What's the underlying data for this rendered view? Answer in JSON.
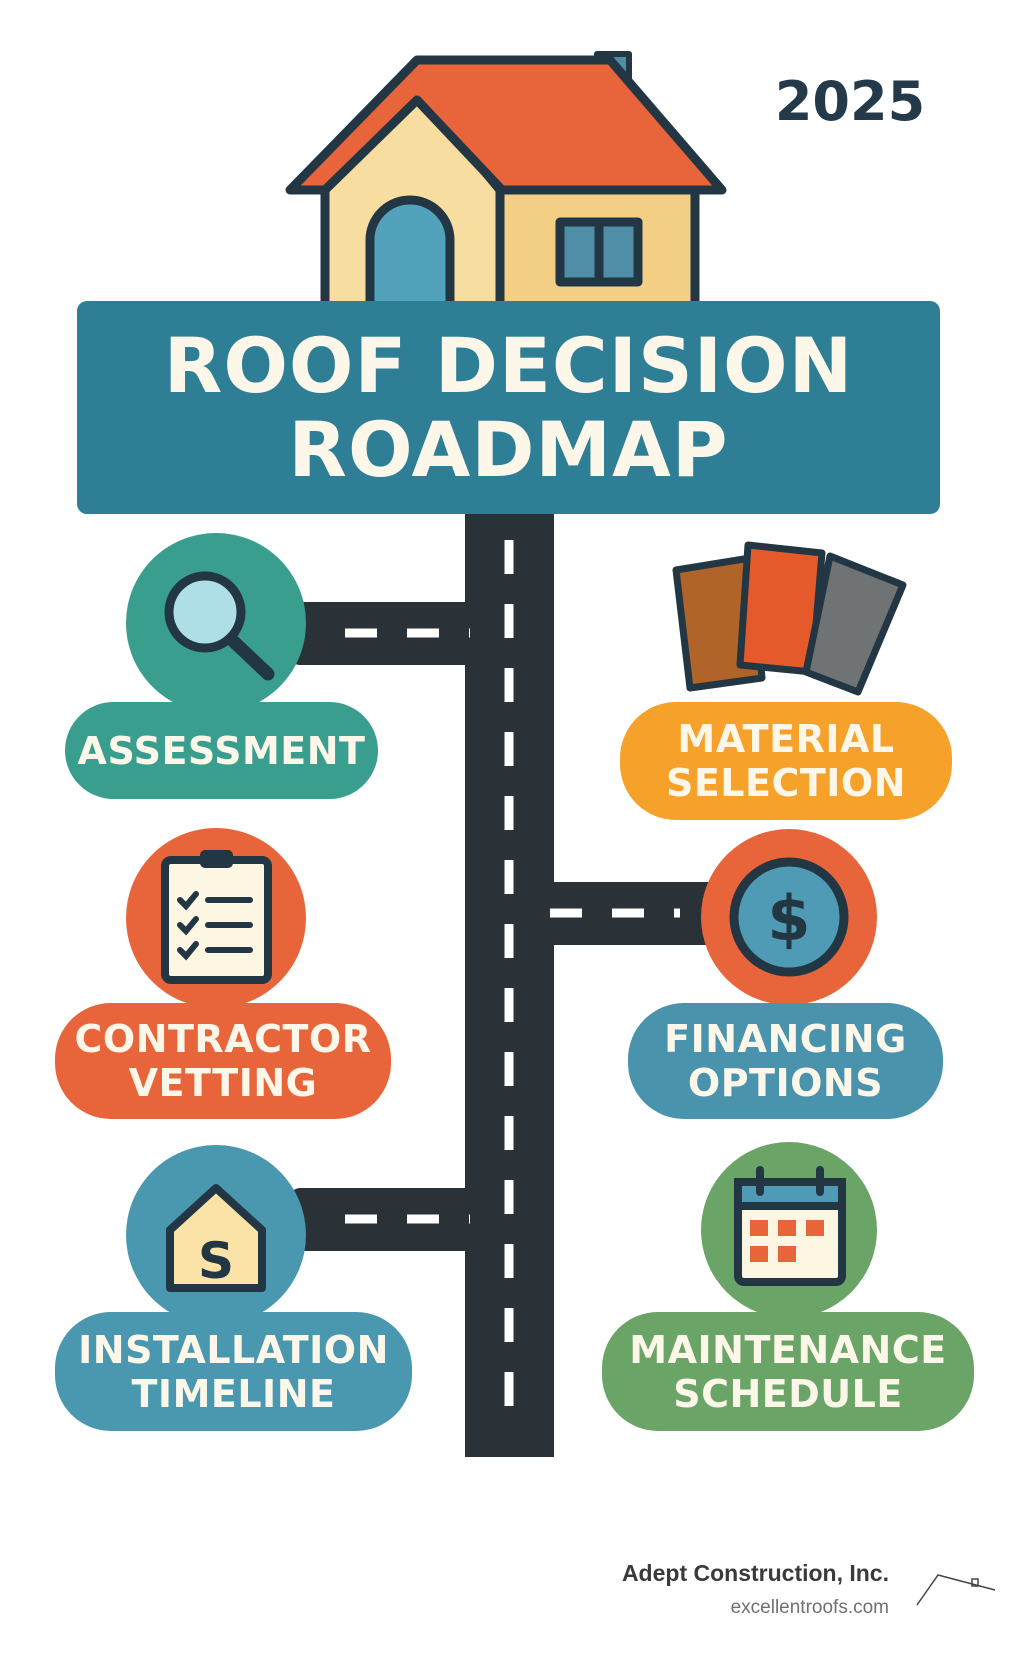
{
  "header": {
    "year": "2025",
    "title_line1": "ROOF DECISION",
    "title_line2": "ROADMAP"
  },
  "steps": [
    {
      "label_line1": "ASSESSMENT",
      "label_line2": "",
      "icon": "magnifying-glass-icon",
      "color": "#3a9e8e"
    },
    {
      "label_line1": "MATERIAL",
      "label_line2": "SELECTION",
      "icon": "material-swatches-icon",
      "color": "#f5a12a"
    },
    {
      "label_line1": "CONTRACTOR",
      "label_line2": "VETTING",
      "icon": "clipboard-checklist-icon",
      "color": "#e8643a"
    },
    {
      "label_line1": "FINANCING",
      "label_line2": "OPTIONS",
      "icon": "dollar-coin-icon",
      "color": "#4a93ad"
    },
    {
      "label_line1": "INSTALLATION",
      "label_line2": "TIMELINE",
      "icon": "house-dollar-icon",
      "color": "#4a97b0"
    },
    {
      "label_line1": "MAINTENANCE",
      "label_line2": "SCHEDULE",
      "icon": "calendar-icon",
      "color": "#6aa466"
    }
  ],
  "footer": {
    "company": "Adept Construction, Inc.",
    "website": "excellentroofs.com"
  },
  "colors": {
    "banner": "#2e7f96",
    "road": "#2a3238",
    "roof": "#e8643a",
    "wall": "#f8d99a"
  }
}
